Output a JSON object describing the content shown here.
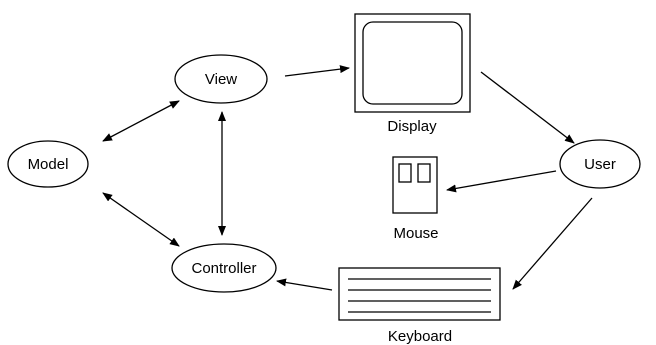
{
  "nodes": {
    "view": "View",
    "model": "Model",
    "controller": "Controller",
    "user": "User"
  },
  "devices": {
    "display": "Display",
    "mouse": "Mouse",
    "keyboard": "Keyboard"
  }
}
